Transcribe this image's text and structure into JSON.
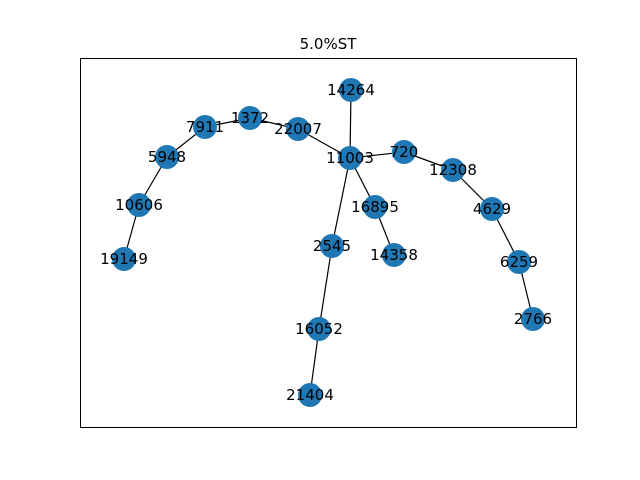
{
  "title": "5.0%ST",
  "node_color": "#1f77b4",
  "edge_color": "#000000",
  "nodes": [
    {
      "id": "14264"
    },
    {
      "id": "1372"
    },
    {
      "id": "7911"
    },
    {
      "id": "22007"
    },
    {
      "id": "5948"
    },
    {
      "id": "11003"
    },
    {
      "id": "720"
    },
    {
      "id": "12308"
    },
    {
      "id": "10606"
    },
    {
      "id": "16895"
    },
    {
      "id": "4629"
    },
    {
      "id": "2545"
    },
    {
      "id": "14358"
    },
    {
      "id": "19149"
    },
    {
      "id": "6259"
    },
    {
      "id": "16052"
    },
    {
      "id": "2766"
    },
    {
      "id": "21404"
    }
  ],
  "edges": [
    [
      "14264",
      "11003"
    ],
    [
      "7911",
      "1372"
    ],
    [
      "1372",
      "22007"
    ],
    [
      "22007",
      "11003"
    ],
    [
      "7911",
      "5948"
    ],
    [
      "5948",
      "10606"
    ],
    [
      "10606",
      "19149"
    ],
    [
      "11003",
      "720"
    ],
    [
      "720",
      "12308"
    ],
    [
      "12308",
      "4629"
    ],
    [
      "4629",
      "6259"
    ],
    [
      "6259",
      "2766"
    ],
    [
      "11003",
      "16895"
    ],
    [
      "16895",
      "14358"
    ],
    [
      "11003",
      "2545"
    ],
    [
      "2545",
      "16052"
    ],
    [
      "16052",
      "21404"
    ]
  ]
}
